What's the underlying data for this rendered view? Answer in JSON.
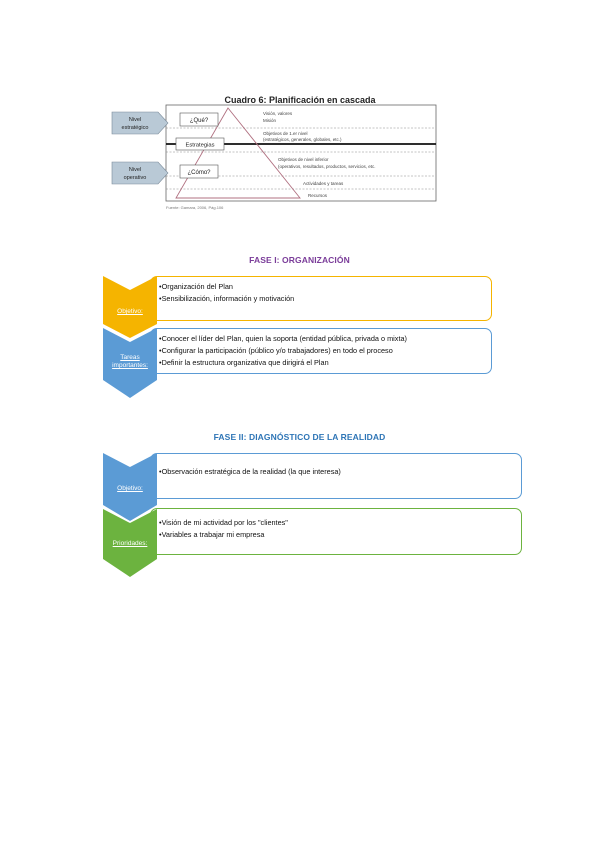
{
  "figure": {
    "title": "Cuadro 6: Planificación en cascada",
    "nivel_estrategico": [
      "Nivel",
      "estratégico"
    ],
    "nivel_operativo": [
      "Nivel",
      "operativo"
    ],
    "que": "¿Qué?",
    "estrategias": "Estrategias",
    "como": "¿Cómo?",
    "row1": [
      "Visión, valores",
      "Misión"
    ],
    "row2": [
      "Objetivos de 1.er nivel",
      "(estratégicos, generales, globales, etc.)"
    ],
    "row3": [
      "Objetivos de nivel inferior",
      "(operativos, resultados, productos, servicios, etc."
    ],
    "row4": "Actividades y tareas",
    "row5": "Recursos",
    "caption": "Fuente: Gamara, 2006, Pág.106"
  },
  "fase1": {
    "title": "FASE I: ORGANIZACIÓN",
    "label1": [
      "Objetivo:"
    ],
    "label2": [
      "Tareas",
      "importantes:"
    ],
    "box1": [
      "Organización del Plan",
      "Sensibilización, información y motivación"
    ],
    "box2": [
      "Conocer el líder del Plan, quien la soporta (entidad pública, privada o mixta)",
      "Configurar la participación (público y/o trabajadores) en todo el proceso",
      "Definir la estructura organizativa que dirigirá el Plan"
    ]
  },
  "fase2": {
    "title": "FASE II: DIAGNÓSTICO DE LA REALIDAD",
    "label1": [
      "Objetivo:"
    ],
    "label2": [
      "Prioridades:"
    ],
    "box1": [
      "Observación estratégica de la realidad (la que interesa)"
    ],
    "box2": [
      "Visión de mi actividad por los \"clientes\"",
      "Variables a trabajar mi empresa"
    ]
  },
  "colors": {
    "fase1_title": "#7a3c99",
    "fase2_title": "#2e75b6",
    "gold": "#f5b400",
    "blue": "#5b9bd5",
    "green": "#6cb33f",
    "nivel_fill": "#b9c9d6"
  }
}
